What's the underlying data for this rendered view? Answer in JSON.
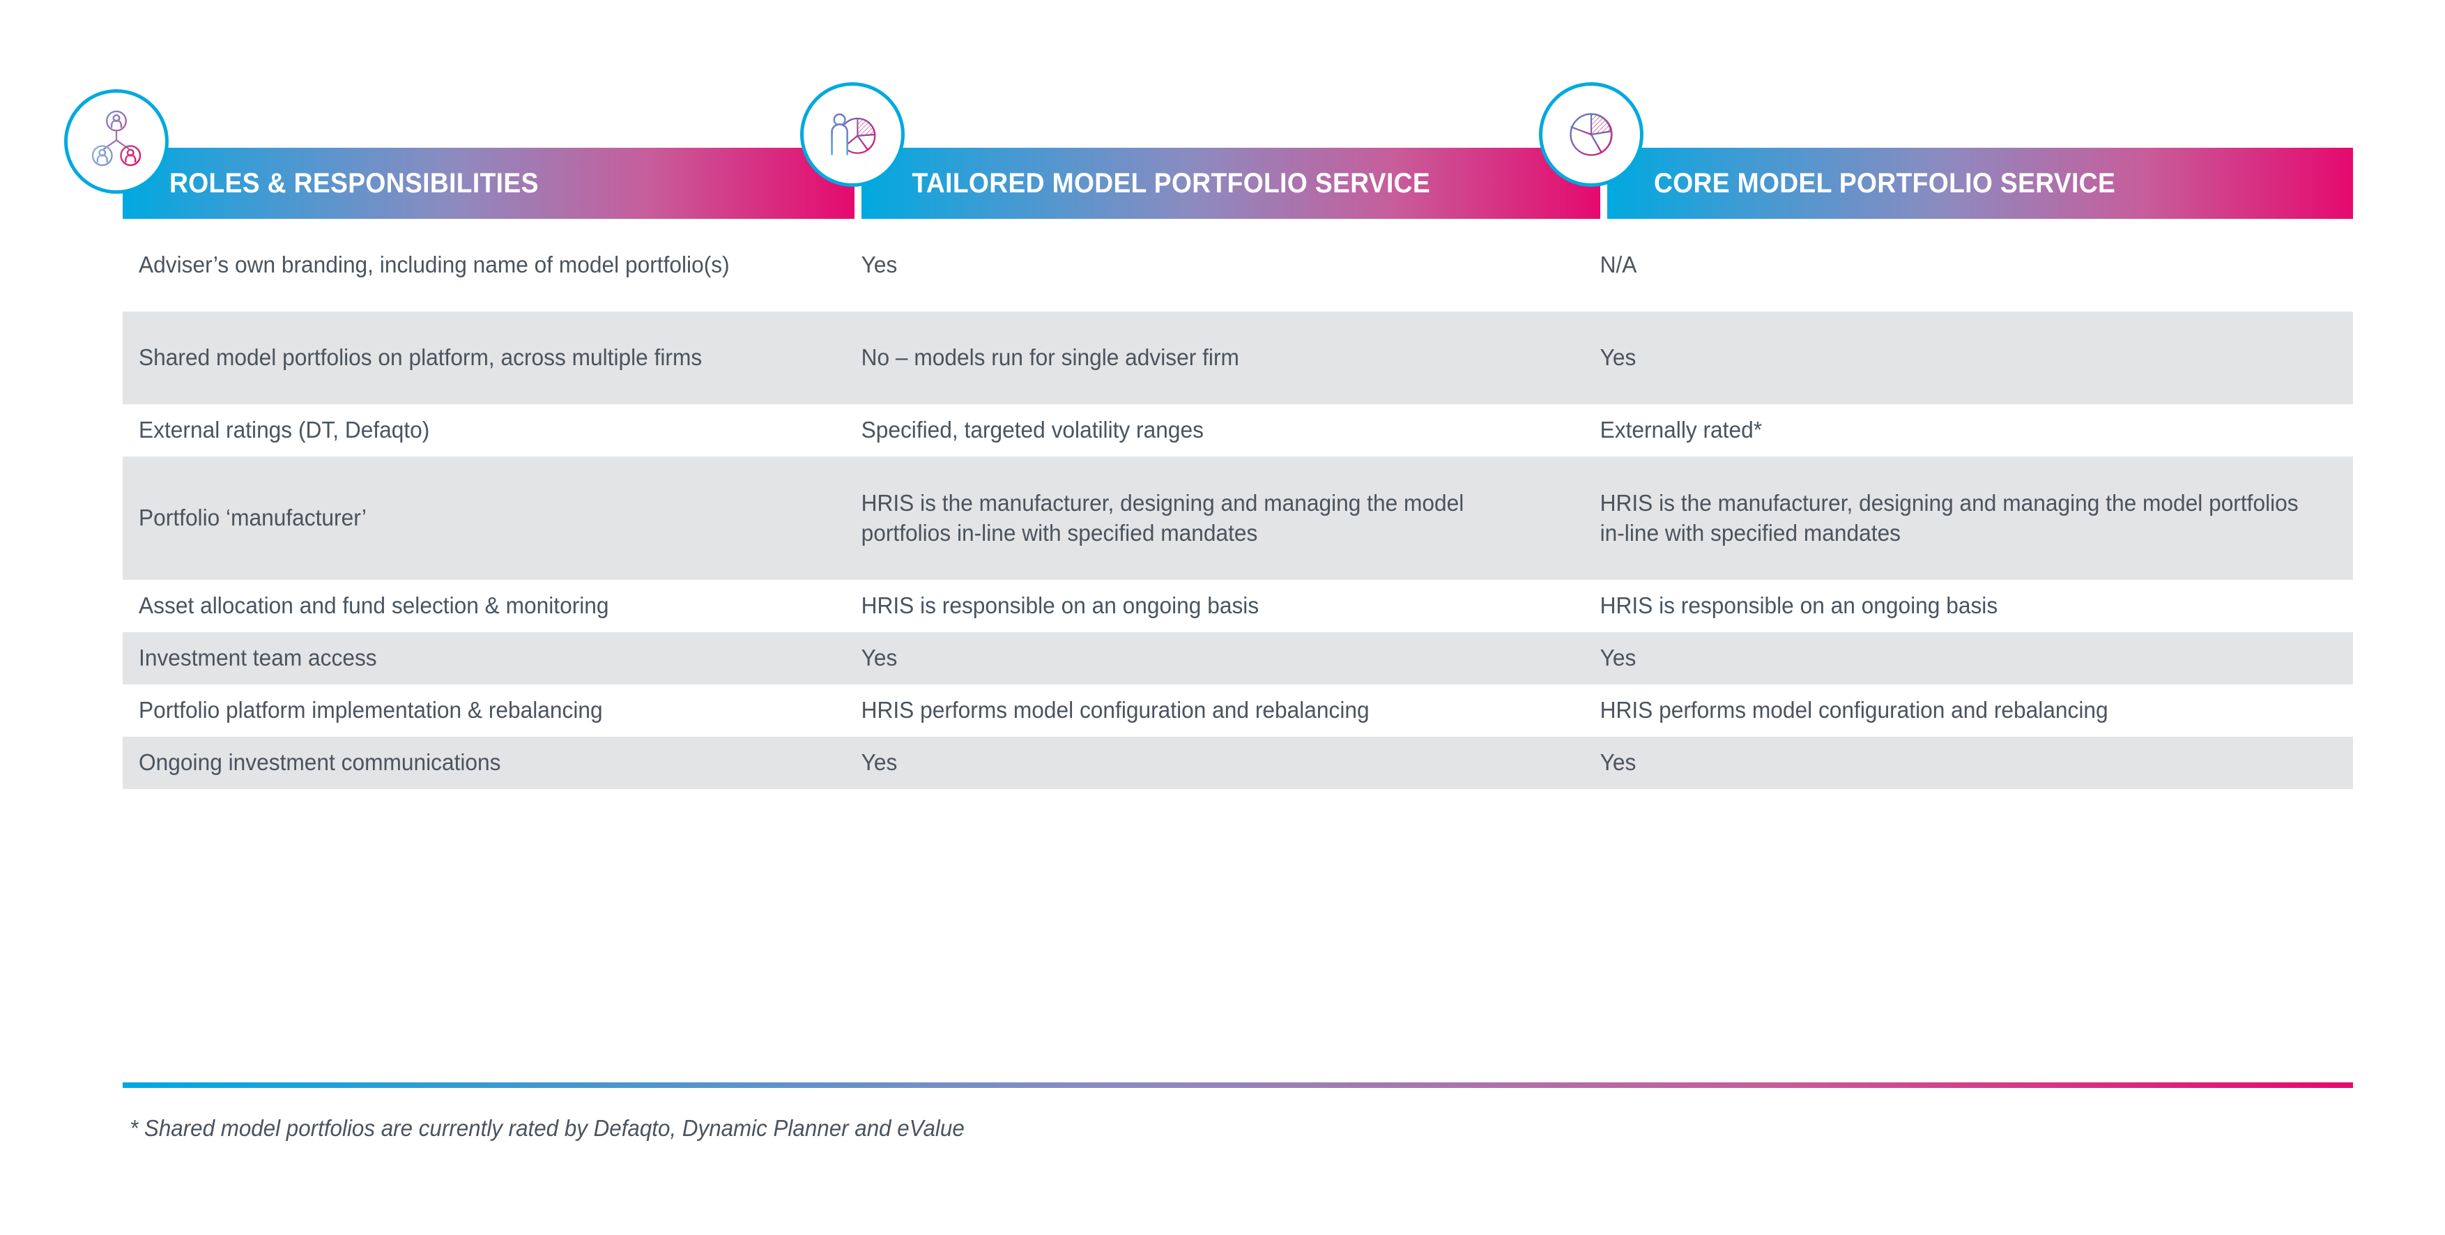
{
  "colors": {
    "gradient_start": "#00A9E0",
    "gradient_mid": "#8C8BC0",
    "gradient_end": "#E5096E",
    "row_alt_bg": "#E3E4E6",
    "body_text": "#4A545E",
    "header_text": "#FFFFFF"
  },
  "headers": [
    {
      "label": "ROLES & RESPONSIBILITIES",
      "icon": "people-hierarchy-icon"
    },
    {
      "label": "TAILORED MODEL PORTFOLIO SERVICE",
      "icon": "person-pie-chart-icon"
    },
    {
      "label": "CORE MODEL PORTFOLIO SERVICE",
      "icon": "pie-chart-icon"
    }
  ],
  "rows": [
    {
      "responsibility": "Adviser’s own branding, including name of model portfolio(s)",
      "tailored": "Yes",
      "core": "N/A",
      "shaded": false
    },
    {
      "responsibility": "Shared model portfolios on platform, across multiple firms",
      "tailored": "No – models run for single adviser firm",
      "core": "Yes",
      "shaded": true
    },
    {
      "responsibility": "External ratings (DT, Defaqto)",
      "tailored": "Specified, targeted volatility ranges",
      "core": "Externally rated*",
      "shaded": false
    },
    {
      "responsibility": "Portfolio ‘manufacturer’",
      "tailored": "HRIS is the manufacturer, designing and managing the model portfolios in-line with specified mandates",
      "core": "HRIS is the manufacturer, designing and managing the model portfolios in-line with specified mandates",
      "shaded": true
    },
    {
      "responsibility": "Asset allocation and fund selection & monitoring",
      "tailored": "HRIS is responsible on an ongoing basis",
      "core": "HRIS is responsible on an ongoing basis",
      "shaded": false
    },
    {
      "responsibility": "Investment team access",
      "tailored": "Yes",
      "core": "Yes",
      "shaded": true
    },
    {
      "responsibility": "Portfolio platform implementation & rebalancing",
      "tailored": "HRIS performs model configuration and rebalancing",
      "core": "HRIS performs model configuration and rebalancing",
      "shaded": false
    },
    {
      "responsibility": "Ongoing investment communications",
      "tailored": "Yes",
      "core": "Yes",
      "shaded": true
    }
  ],
  "footnote": "* Shared model portfolios are currently rated by Defaqto, Dynamic Planner and eValue"
}
